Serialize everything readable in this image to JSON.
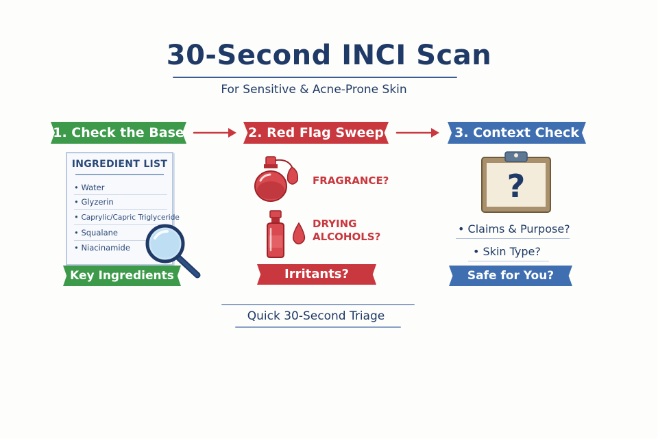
{
  "header": {
    "title": "30-Second INCI Scan",
    "subtitle": "For Sensitive & Acne-Prone Skin"
  },
  "steps": [
    {
      "label": "1. Check the Base",
      "footer": "Key Ingredients",
      "color": "#3d9a4a",
      "card": {
        "title": "INGREDIENT LIST",
        "items": [
          "Water",
          "Glyzerin",
          "Caprylic/Capric Triglyceride",
          "Squalane",
          "Niacinamide"
        ],
        "icon": "magnifying-glass-icon"
      }
    },
    {
      "label": "2. Red Flag Sweep",
      "footer": "Irritants?",
      "color": "#c8383e",
      "flags": [
        {
          "icon": "perfume-bottle-icon",
          "line1": "FRAGRANCE?",
          "line2": ""
        },
        {
          "icon": "alcohol-bottle-icon",
          "line1": "DRYING",
          "line2": "ALCOHOLS?"
        }
      ]
    },
    {
      "label": "3. Context Check",
      "footer": "Safe for You?",
      "color": "#3f6fb0",
      "icon": "clipboard-question-icon",
      "clipboard_mark": "?",
      "items": [
        "• Claims & Purpose?",
        "• Skin Type?"
      ]
    }
  ],
  "bottom": {
    "label": "Quick 30-Second Triage"
  }
}
